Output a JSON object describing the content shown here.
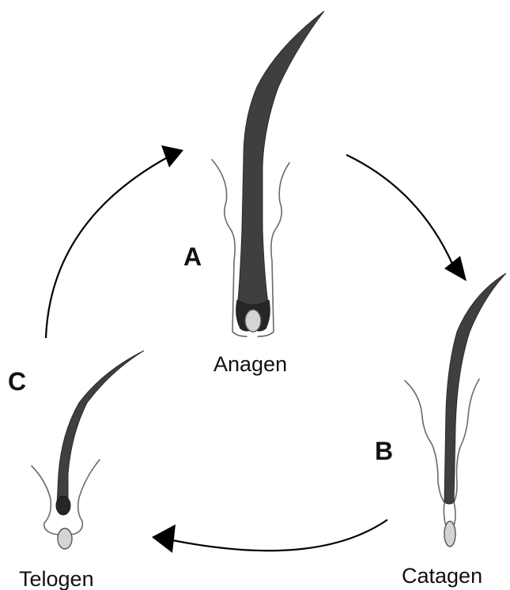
{
  "phases": {
    "anagen": {
      "letter": "A",
      "name": "Anagen"
    },
    "catagen": {
      "letter": "B",
      "name": "Catagen"
    },
    "telogen": {
      "letter": "C",
      "name": "Telogen"
    }
  },
  "colors": {
    "hair": "#3f3f3f",
    "sheath_outline": "#6a6a6a",
    "papilla": "#d4d4d4",
    "arrow": "#000000",
    "background": "#ffffff"
  }
}
